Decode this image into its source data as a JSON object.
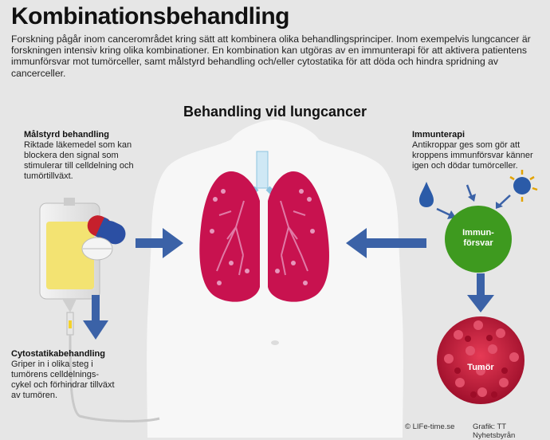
{
  "header": {
    "title": "Kombinationsbehandling",
    "intro": "Forskning pågår inom cancerområdet kring sätt att kombinera olika behandlingsprinciper. Inom exempelvis lungcancer är forskningen intensiv kring olika kombinationer. En kombination kan utgöras av en immunterapi för att aktivera patientens immunförsvar mot tumörceller, samt målstyrd behandling och/eller cytostatika för att döda och hindra spridning av cancerceller.",
    "subtitle": "Behandling vid lungcancer"
  },
  "left": {
    "targeted": {
      "heading": "Målstyrd behandling",
      "text": "Riktade läkemedel som kan blockera den signal som stimulerar till celldelning och tumörtillväxt."
    },
    "chemo": {
      "heading": "Cytostatikabehandling",
      "text": "Griper in i olika steg i tumörens celldelnings-cykel och förhindrar tillväxt av tumören."
    }
  },
  "right": {
    "immuno": {
      "heading": "Immunterapi",
      "text": "Antikroppar ges som gör att kroppens immunförsvar känner igen och dödar tumörceller."
    },
    "immune_label": "Immun-försvar",
    "tumor_label": "Tumör"
  },
  "footer": {
    "credit": "© LIFe-time.se",
    "graphic": "Grafik: TT Nyhetsbyrån"
  },
  "colors": {
    "arrow": "#3b62a7",
    "lung": "#c8124f",
    "immune": "#3e9a1f",
    "tumor": "#c81a3b"
  }
}
